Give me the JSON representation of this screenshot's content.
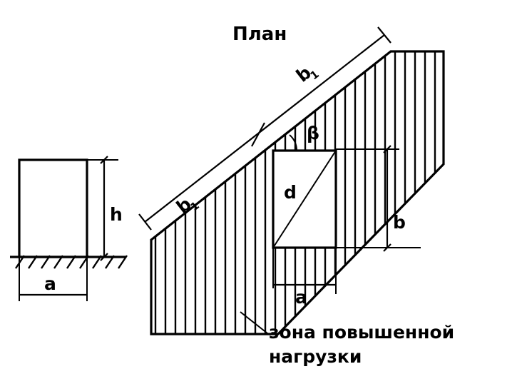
{
  "figure": {
    "title": "План",
    "caption_line1": "зона повышенной",
    "caption_line2": "нагрузки",
    "ink_color": "#000000",
    "background_color": "#ffffff"
  },
  "elevation_view": {
    "name": "elevation",
    "width_label": "a",
    "height_label": "h",
    "ground_hatch": true
  },
  "plan_view": {
    "name": "plan",
    "band_length_label_upper": "b",
    "band_length_label_upper_sub": "1",
    "band_length_label_lower": "b",
    "band_length_label_lower_sub": "1",
    "angle_label": "β",
    "diagonal_label": "d",
    "depth_label": "b",
    "width_label": "a"
  },
  "chart_data": {
    "type": "diagram",
    "title": "План",
    "annotations": [
      {
        "label": "a",
        "role": "footing width (elevation)"
      },
      {
        "label": "h",
        "role": "footing height (elevation)"
      },
      {
        "label": "b₁",
        "role": "band length along trench (plan, upper)"
      },
      {
        "label": "b₁",
        "role": "band length along trench (plan, lower)"
      },
      {
        "label": "β",
        "role": "angle between trench axis and footing edge"
      },
      {
        "label": "d",
        "role": "footing diagonal (plan)"
      },
      {
        "label": "b",
        "role": "footing depth (plan)"
      },
      {
        "label": "a",
        "role": "footing width (plan)"
      },
      {
        "label": "зона повышенной нагрузки",
        "role": "increased load zone callout"
      }
    ]
  }
}
